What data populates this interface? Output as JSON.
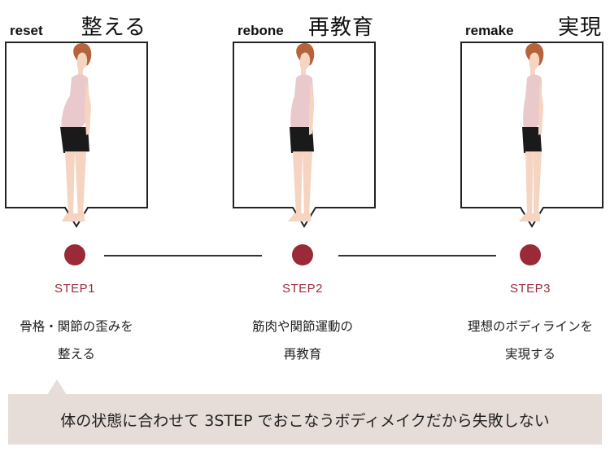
{
  "steps": [
    {
      "en": "reset",
      "jp": "整える",
      "label": "STEP1",
      "desc_line1": "骨格・関節の歪みを",
      "desc_line2": "整える"
    },
    {
      "en": "rebone",
      "jp": "再教育",
      "label": "STEP2",
      "desc_line1": "筋肉や関節運動の",
      "desc_line2": "再教育"
    },
    {
      "en": "remake",
      "jp": "実現",
      "label": "STEP3",
      "desc_line1": "理想のボディラインを",
      "desc_line2": "実現する"
    }
  ],
  "banner": {
    "text": "体の状態に合わせて 3STEP でおこなうボディメイクだから失敗しない"
  },
  "colors": {
    "accent": "#9b2a38",
    "banner_bg": "#e6ddd8",
    "skin": "#f6d4c2",
    "top": "#e9c9cc",
    "shorts": "#1a1a1a",
    "hair": "#b5633a"
  }
}
